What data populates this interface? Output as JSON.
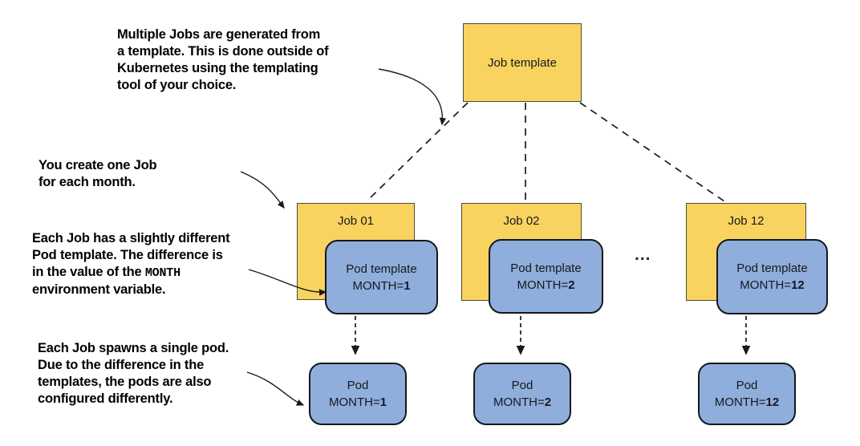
{
  "colors": {
    "job_box_fill": "#F9D35F",
    "job_box_border": "#4d4935",
    "pod_box_fill": "#8FAEDB",
    "pod_box_border": "#16161c",
    "annotation_text": "#000000",
    "connector": "#1a1a1a"
  },
  "annotations": {
    "template_note": {
      "lines": [
        "Multiple Jobs are generated from",
        "a template. This is done outside of",
        "Kubernetes using the templating",
        "tool of your choice."
      ]
    },
    "job_note": {
      "lines": [
        "You create one Job",
        "for each month."
      ]
    },
    "pod_template_note": {
      "line1": "Each Job has a slightly different",
      "line2": "Pod template. The difference is",
      "line3_pre": "in the value of the ",
      "line3_mono": "MONTH",
      "line4": "environment variable."
    },
    "pod_note": {
      "lines": [
        "Each Job spawns a single pod.",
        "Due to the difference in the",
        "templates, the pods are also",
        "configured differently."
      ]
    }
  },
  "diagram": {
    "job_template_label": "Job template",
    "ellipsis": "...",
    "columns": [
      {
        "job": "Job 01",
        "pod_template": "Pod template",
        "env_prefix": "MONTH=",
        "env_value": "1",
        "pod": "Pod"
      },
      {
        "job": "Job 02",
        "pod_template": "Pod template",
        "env_prefix": "MONTH=",
        "env_value": "2",
        "pod": "Pod"
      },
      {
        "job": "Job 12",
        "pod_template": "Pod template",
        "env_prefix": "MONTH=",
        "env_value": "12",
        "pod": "Pod"
      }
    ]
  }
}
